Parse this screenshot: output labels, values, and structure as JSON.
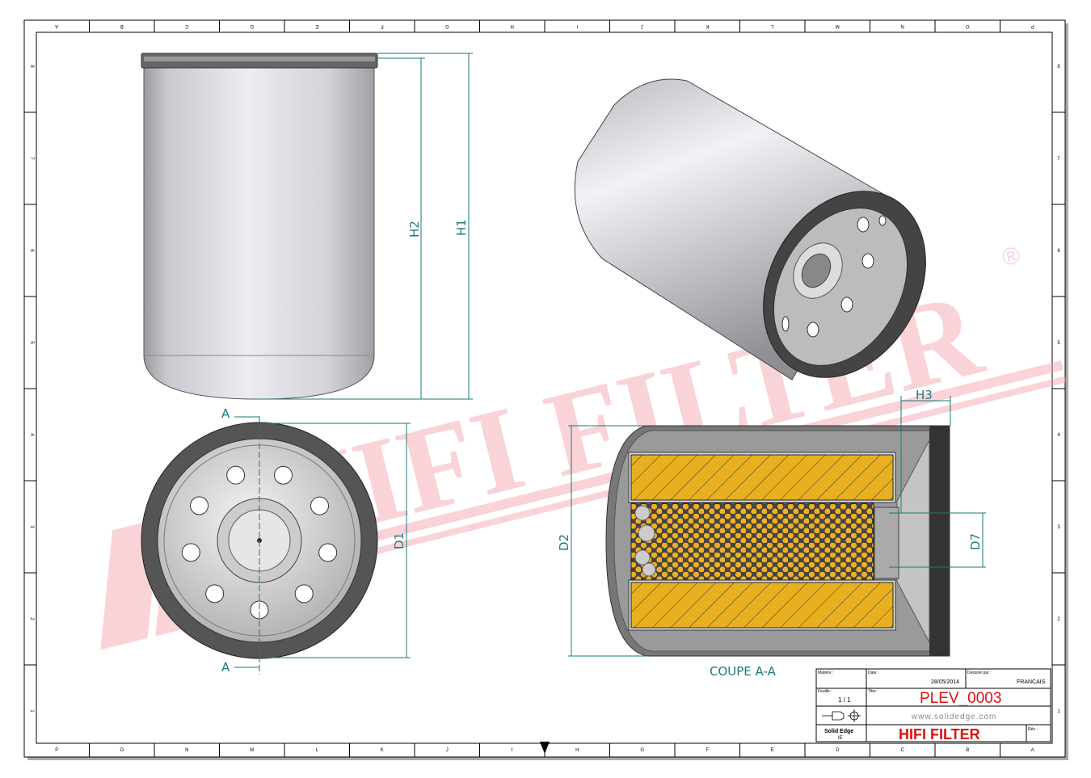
{
  "border": {
    "columns": [
      "P",
      "O",
      "N",
      "M",
      "L",
      "K",
      "J",
      "I",
      "H",
      "G",
      "F",
      "E",
      "D",
      "C",
      "B",
      "A"
    ],
    "rows": [
      "8",
      "7",
      "6",
      "5",
      "4",
      "3",
      "2",
      "1"
    ]
  },
  "watermark": {
    "text": "HIFI FILTER",
    "registered": "®",
    "color": "#f2a0a8"
  },
  "front_view": {
    "dim_h1": "H1",
    "dim_h2": "H2"
  },
  "bottom_view": {
    "dim_d1": "D1",
    "section_mark_top": "A",
    "section_mark_bottom": "A"
  },
  "section_view": {
    "label": "COUPE A-A",
    "dim_d2": "D2",
    "dim_d7": "D7",
    "dim_h3": "H3",
    "filter_color": "#e8b020"
  },
  "title_block": {
    "material_label": "Matière :",
    "date_label": "Date :",
    "date": "28/05/2014",
    "drawn_by_label": "Dessiné par :",
    "drawn_by": "FRANCAIS",
    "sheet_label": "Feuille :",
    "sheet": "1 / 1",
    "title_label": "Titre :",
    "title": "PLEV_0003",
    "website": "www.solidedge.com",
    "software": "Solid Edge",
    "software_sub": "IE",
    "company": "HIFI FILTER",
    "rev_label": "Rév. :",
    "accent_color": "#e01010"
  },
  "dim_color": "#1a7a7a"
}
